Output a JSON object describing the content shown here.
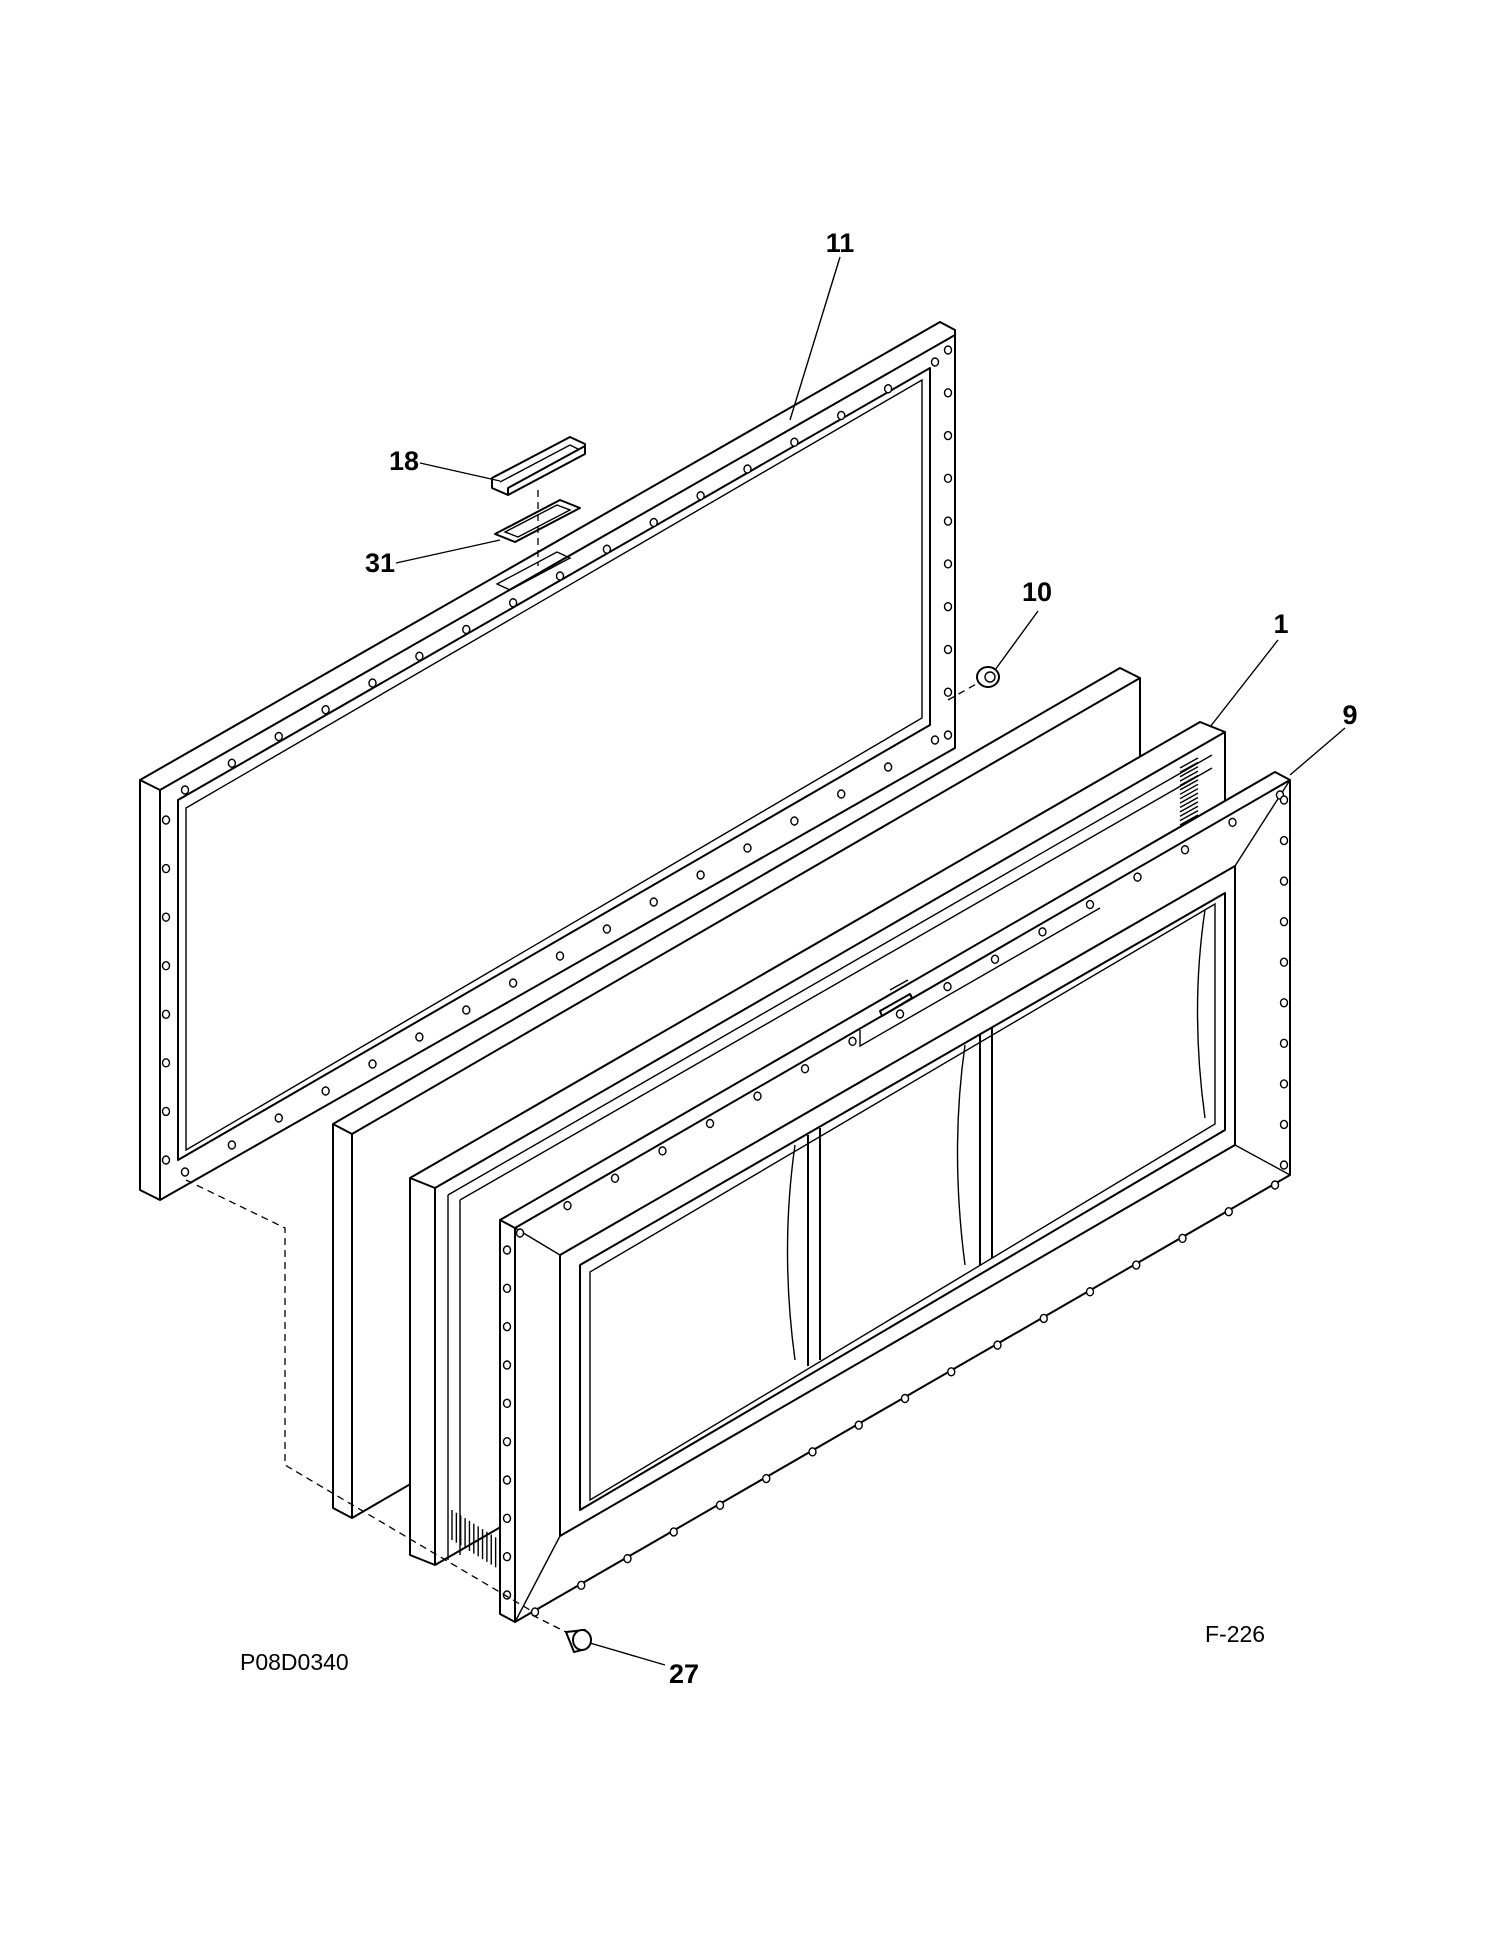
{
  "callouts": [
    {
      "id": "11",
      "label": "11"
    },
    {
      "id": "18",
      "label": "18"
    },
    {
      "id": "31",
      "label": "31"
    },
    {
      "id": "10",
      "label": "10"
    },
    {
      "id": "1",
      "label": "1"
    },
    {
      "id": "9",
      "label": "9"
    },
    {
      "id": "27",
      "label": "27"
    }
  ],
  "diagram_code": "P08D0340",
  "figure_code": "F-226"
}
